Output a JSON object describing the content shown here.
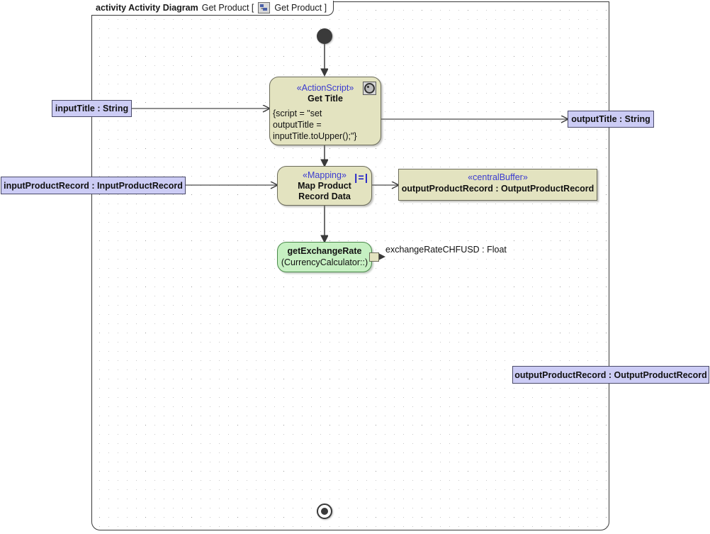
{
  "frame": {
    "keyword": "activity Activity Diagram",
    "name": "Get Product [",
    "icon": "activity-diagram-icon",
    "name_tail": "Get Product ]"
  },
  "nodes": {
    "initial": {
      "name": "initial-node"
    },
    "final": {
      "name": "activity-final-node"
    },
    "get_title": {
      "stereotype": "«ActionScript»",
      "title": "Get Title",
      "body_lines": [
        "{script = \"set",
        "outputTitle =",
        "inputTitle.toUpper();\"}"
      ],
      "badge": "script-icon"
    },
    "map_product": {
      "stereotype": "«Mapping»",
      "title_lines": [
        "Map Product",
        "Record Data"
      ],
      "badge": "mapping-icon",
      "badge_glyph": "|=|"
    },
    "central_buffer": {
      "stereotype": "«centralBuffer»",
      "name": "outputProductRecord : OutputProductRecord"
    },
    "get_exchange_rate": {
      "title": "getExchangeRate",
      "subtitle": "(CurrencyCalculator::)",
      "pin_label": "exchangeRateCHFUSD : Float"
    }
  },
  "parameters": {
    "input_title": "inputTitle : String",
    "input_product_record": "inputProductRecord : InputProductRecord",
    "output_title": "outputTitle : String",
    "output_product_record": "outputProductRecord : OutputProductRecord"
  },
  "colors": {
    "action_fill": "#e3e3c0",
    "call_fill": "#c6f0c2",
    "parameter_fill": "#ccccf5",
    "stereotype_text": "#3a3ad0",
    "edge": "#4a4a4a",
    "frame_border": "#3a3a3a"
  }
}
